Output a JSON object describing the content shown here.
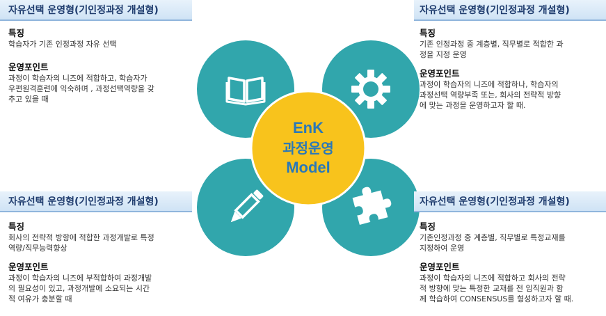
{
  "center": {
    "line1": "EnK",
    "line2": "과정운영",
    "line3": "Model"
  },
  "colors": {
    "center_fill": "#f8c31c",
    "center_text": "#2a78b8",
    "circle_fill": "#31a6ac",
    "banner_text": "#1f3c6e"
  },
  "quadrants": [
    {
      "id": "top-left",
      "icon": "book-icon",
      "title": "자유선택 운영형(기인정과정 개설형)",
      "feature_heading": "특징",
      "feature_lines": [
        "학습자가 기존 인정과정 자유 선택"
      ],
      "point_heading": "운영포인트",
      "point_lines": [
        "과정이 학습자의 니즈에 적합하고, 학습자가",
        "우편원격훈련에 익숙하며 , 과정선택역량을 갖",
        "추고 있을 때"
      ]
    },
    {
      "id": "top-right",
      "icon": "gear-icon",
      "title": "자유선택 운영형(기인정과정 개설형)",
      "feature_heading": "특징",
      "feature_lines": [
        "기존 인정과정 중 계층별, 직무별로 적합한 과",
        "정을 지정 운영"
      ],
      "point_heading": "운영포인트",
      "point_lines": [
        "과정이 학습자의 니즈에 적합하나, 학습자의",
        "과정선택 역량부족 또는, 회사의 전략적 방향",
        "에 맞는 과정을 운영하고자 할 때."
      ]
    },
    {
      "id": "bottom-left",
      "icon": "pencil-icon",
      "title": "자유선택 운영형(기인정과정 개설형)",
      "feature_heading": "특징",
      "feature_lines": [
        "회사의 전략적 방향에 적합한 과정개발로 특정",
        "역량/직무능력향상"
      ],
      "point_heading": "운영포인트",
      "point_lines": [
        "과정이 학습자의 니즈에 부적합하여 과정개발",
        "의 필요성이 있고, 과정개발에 소요되는 시간",
        "적 여유가 충분할 때"
      ]
    },
    {
      "id": "bottom-right",
      "icon": "puzzle-icon",
      "title": "자유선택 운영형(기인정과정 개설형)",
      "feature_heading": "특징",
      "feature_lines": [
        "기존인정과정 중 계층별, 직무별로 특정교재를",
        "지정하여 운영"
      ],
      "point_heading": "운영포인트",
      "point_lines": [
        "과정이 학습자의 니즈에 적합하고 회사의 전략",
        "적 방향에 맞는 특정한 교재를 전 임직원과 함",
        "께 학습하여 CONSENSUS를 형성하고자 할 때."
      ]
    }
  ]
}
